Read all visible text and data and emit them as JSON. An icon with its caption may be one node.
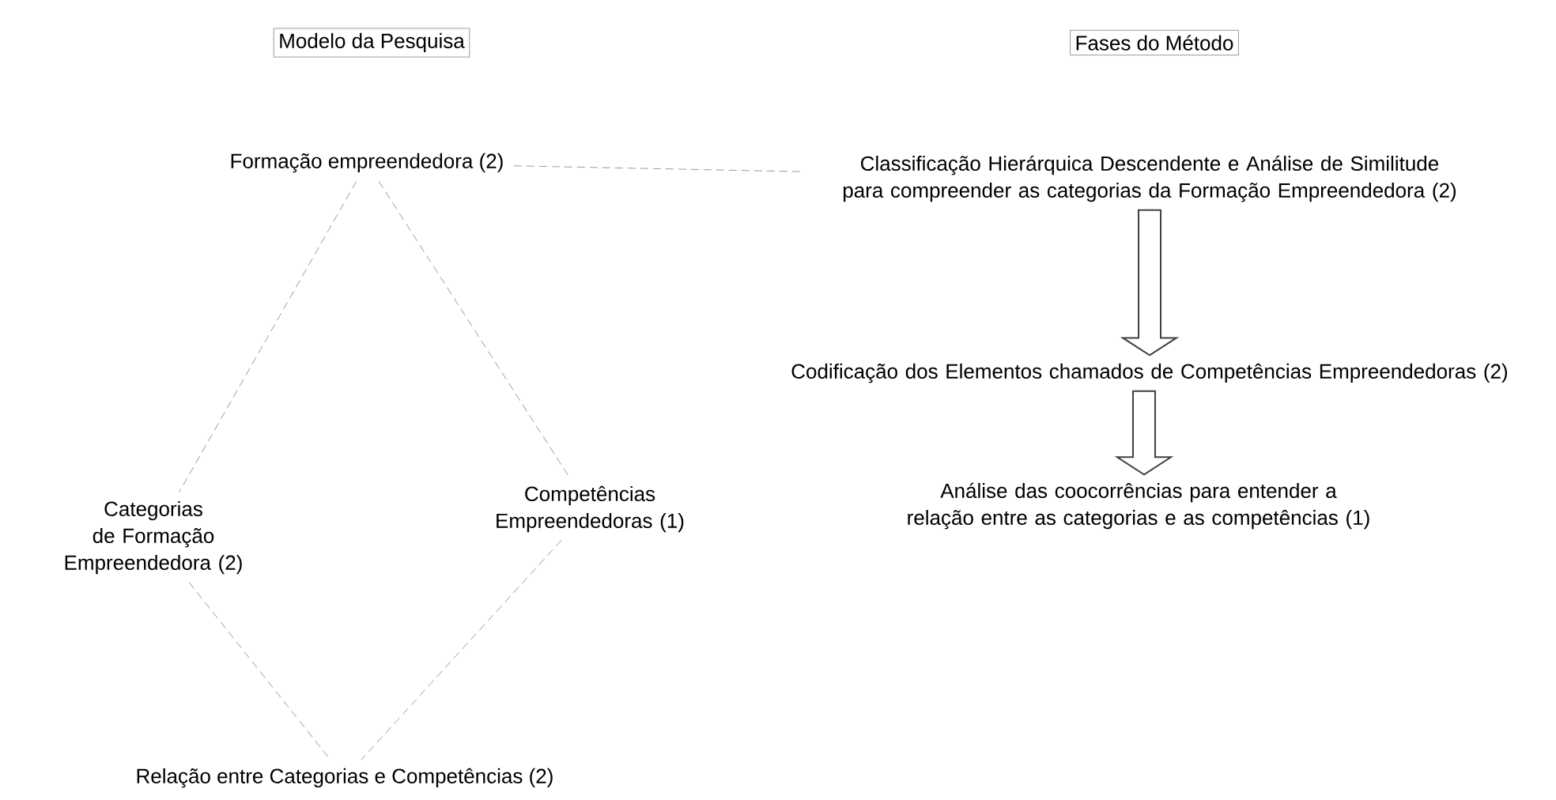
{
  "diagram": {
    "nodes": [
      {
        "text": [
          "Modelo da Pesquisa"
        ]
      },
      {
        "text": [
          "Fases do Método"
        ]
      },
      {
        "text": [
          "Formação empreendedora (2)"
        ]
      },
      {
        "text": [
          "Categorias de Formação Empreendedora (2)"
        ]
      },
      {
        "text": [
          "Competências Empreendedoras (1)"
        ]
      },
      {
        "text": [
          "Relação entre Categorias e Competências (2)"
        ]
      },
      {
        "text": [
          "Classificação Hierárquica Descendente e Análise de Similitude para compreender as categorias da Formação Empreendedora (2)"
        ]
      },
      {
        "text": [
          "Codificação dos Elementos chamados de Competências Empreendedoras (2)"
        ]
      },
      {
        "text": [
          "Análise das coocorrências para entender a relação entre as categorias e as competências (1)"
        ]
      }
    ],
    "edges": [
      {
        "from": 2,
        "to": 3,
        "arrow": "none",
        "style": "dashed"
      },
      {
        "from": 2,
        "to": 4,
        "arrow": "none",
        "style": "dashed"
      },
      {
        "from": 3,
        "to": 5,
        "arrow": "none",
        "style": "dashed"
      },
      {
        "from": 4,
        "to": 5,
        "arrow": "none",
        "style": "dashed"
      },
      {
        "from": 2,
        "to": 6,
        "arrow": "none",
        "style": "dashed"
      },
      {
        "from": 6,
        "to": 7,
        "arrow": "to"
      },
      {
        "from": 7,
        "to": 8,
        "arrow": "to"
      }
    ]
  }
}
